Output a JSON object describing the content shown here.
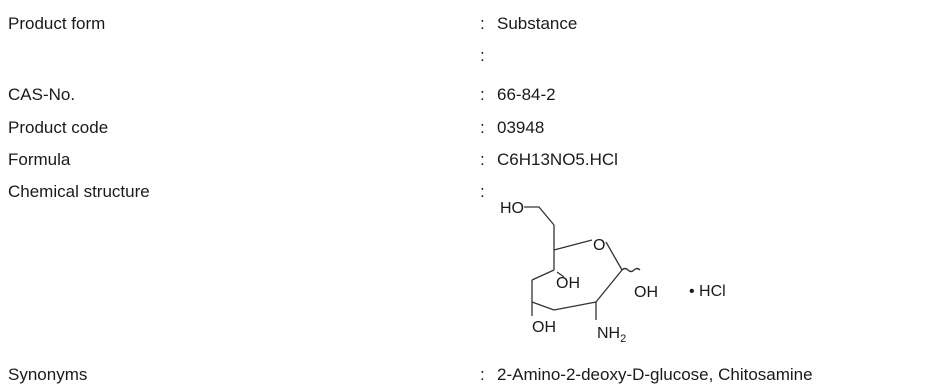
{
  "fields": {
    "product_form": {
      "label": "Product form",
      "value": "Substance"
    },
    "blank": {
      "label": "",
      "value": ""
    },
    "cas_no": {
      "label": "CAS-No.",
      "value": "66-84-2"
    },
    "product_code": {
      "label": "Product code",
      "value": "03948"
    },
    "formula": {
      "label": "Formula",
      "value": "C6H13NO5.HCl"
    },
    "chemical_structure": {
      "label": "Chemical structure"
    },
    "synonyms": {
      "label": "Synonyms",
      "value": "2-Amino-2-deoxy-D-glucose, Chitosamine"
    }
  },
  "separator": ":",
  "structure": {
    "ho_top": "HO",
    "ring_o": "O",
    "oh_ring": "OH",
    "oh_anomeric": "OH",
    "salt": "• HCl",
    "oh_bottom": "OH",
    "nh": "NH",
    "nh_sub": "2"
  }
}
